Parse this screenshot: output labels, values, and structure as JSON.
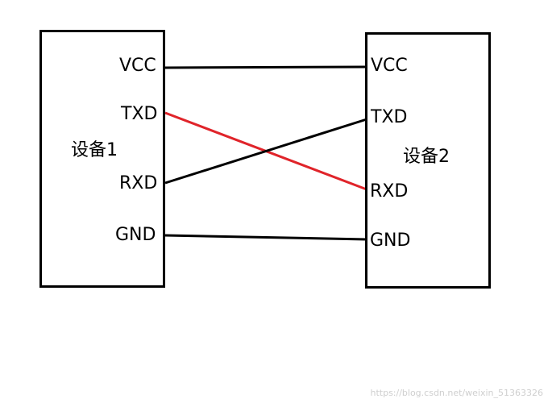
{
  "device1": {
    "label": "设备1",
    "pins": {
      "vcc": "VCC",
      "txd": "TXD",
      "rxd": "RXD",
      "gnd": "GND"
    }
  },
  "device2": {
    "label": "设备2",
    "pins": {
      "vcc": "VCC",
      "txd": "TXD",
      "rxd": "RXD",
      "gnd": "GND"
    }
  },
  "connections": [
    {
      "from": "device1.VCC",
      "to": "device2.VCC",
      "color": "#000000"
    },
    {
      "from": "device1.TXD",
      "to": "device2.RXD",
      "color": "#e0242a"
    },
    {
      "from": "device1.RXD",
      "to": "device2.TXD",
      "color": "#000000"
    },
    {
      "from": "device1.GND",
      "to": "device2.GND",
      "color": "#000000"
    }
  ],
  "watermark": "https://blog.csdn.net/weixin_51363326"
}
